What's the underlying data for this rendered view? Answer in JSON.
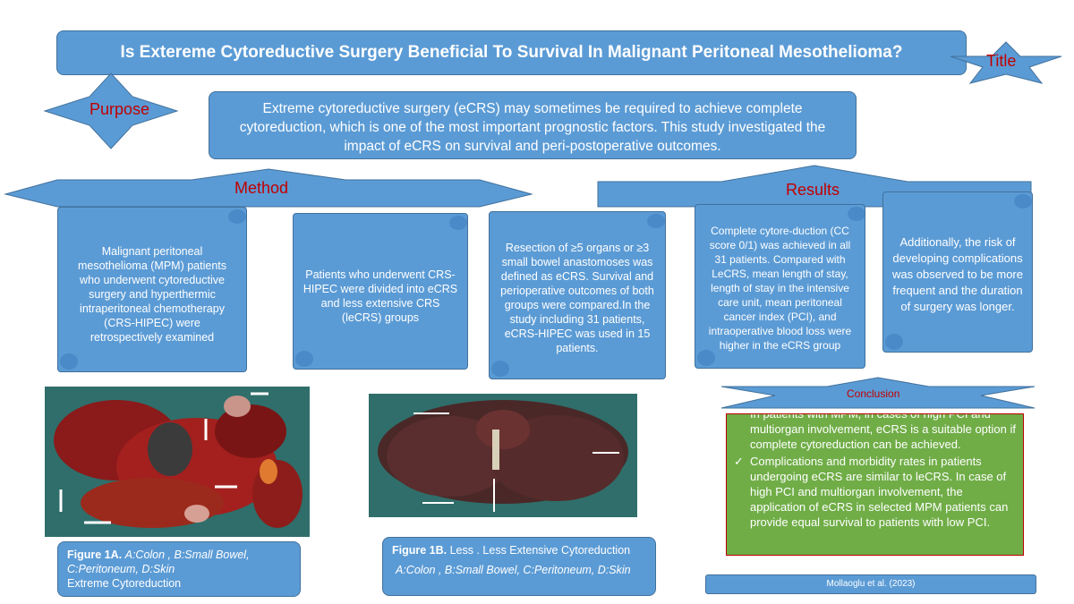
{
  "title": "Is Extereme Cytoreductive Surgery Beneficial To Survival In Malignant Peritoneal Mesothelioma?",
  "labels": {
    "title": "Title",
    "purpose": "Purpose",
    "method": "Method",
    "results": "Results",
    "conclusion": "Conclusion"
  },
  "purpose_text": "Extreme cytoreductive surgery (eCRS) may sometimes be required to achieve complete cytoreduction, which is one of the most important prognostic factors. This study investigated the impact of eCRS on survival and peri-postoperative outcomes.",
  "method": [
    "Malignant peritoneal mesothelioma (MPM) patients who underwent cytoreductive surgery and hyperthermic intraperitoneal chemotherapy (CRS-HIPEC) were retrospectively examined",
    "Patients who underwent CRS-HIPEC were divided into eCRS and less extensive CRS (leCRS) groups",
    "Resection of ≥5 organs or ≥3 small bowel anastomoses was defined as eCRS. Survival and perioperative outcomes of both groups were compared.In the study including 31 patients, eCRS-HIPEC was used in 15 patients."
  ],
  "results": [
    "Complete cytore-duction (CC score 0/1) was achieved in all 31 patients. Compared with LeCRS, mean length of stay, length of stay in the intensive care unit, mean peritoneal cancer index (PCI), and intraoperative blood loss were higher in the eCRS group",
    "Additionally, the risk of developing complications was observed to be more frequent and the duration of surgery was longer."
  ],
  "conclusion_items": [
    "In patients with MPM, in cases of high PCI and multiorgan involvement, eCRS is a suitable option if complete cytoreduction can be achieved.",
    "Complications and morbidity rates in patients undergoing eCRS are similar to leCRS. In case of high PCI and multiorgan involvement, the application of eCRS in selected MPM patients can provide equal survival to patients with low PCI."
  ],
  "check_mark": "✓",
  "figures": {
    "fig1a": {
      "label": "Figure 1A.",
      "parts": "A:Colon , B:Small Bowel, C:Peritoneum, D:Skin",
      "caption": "Extreme Cytoreduction"
    },
    "fig1b": {
      "label": "Figure 1B.",
      "caption": "Less . Less Extensive Cytoreduction",
      "parts": "A:Colon , B:Small Bowel, C:Peritoneum, D:Skin"
    }
  },
  "citation": "Mollaoglu et al. (2023)",
  "colors": {
    "blue": "#5b9bd5",
    "border": "#41719c",
    "red": "#c00000",
    "green": "#70ad47"
  }
}
